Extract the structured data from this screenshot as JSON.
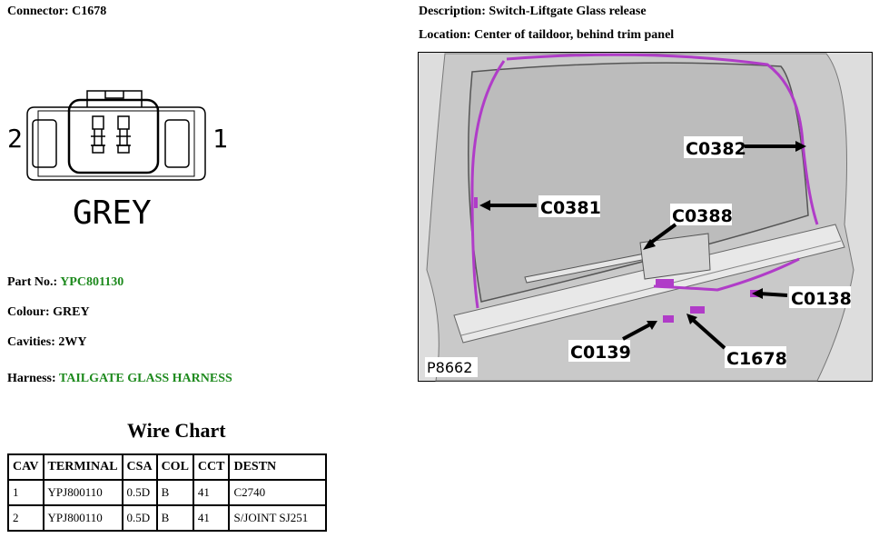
{
  "connector": {
    "label": "Connector:",
    "value": "C1678"
  },
  "description": {
    "label": "Description:",
    "value": "Switch-Liftgate Glass release"
  },
  "location": {
    "label": "Location:",
    "value": "Center of taildoor, behind trim panel"
  },
  "diagram": {
    "pin_left": "2",
    "pin_right": "1",
    "colour_caption": "GREY"
  },
  "part_no": {
    "label": "Part No.:",
    "value": "YPC801130"
  },
  "colour": {
    "label": "Colour:",
    "value": "GREY"
  },
  "cavities": {
    "label": "Cavities:",
    "value": "2WY"
  },
  "harness": {
    "label": "Harness:",
    "value": "TAILGATE GLASS HARNESS"
  },
  "location_image": {
    "figure_id": "P8662",
    "callouts": [
      "C0382",
      "C0381",
      "C0388",
      "C0138",
      "C0139",
      "C1678"
    ],
    "harness_color": "#b03cc8"
  },
  "wire_chart": {
    "title": "Wire Chart",
    "headers": [
      "CAV",
      "TERMINAL",
      "CSA",
      "COL",
      "CCT",
      "DESTN"
    ],
    "rows": [
      [
        "1",
        "YPJ800110",
        "0.5D",
        "B",
        "41",
        "C2740"
      ],
      [
        "2",
        "YPJ800110",
        "0.5D",
        "B",
        "41",
        "S/JOINT SJ251"
      ]
    ]
  },
  "colors": {
    "value_green": "#1e8a1e"
  }
}
